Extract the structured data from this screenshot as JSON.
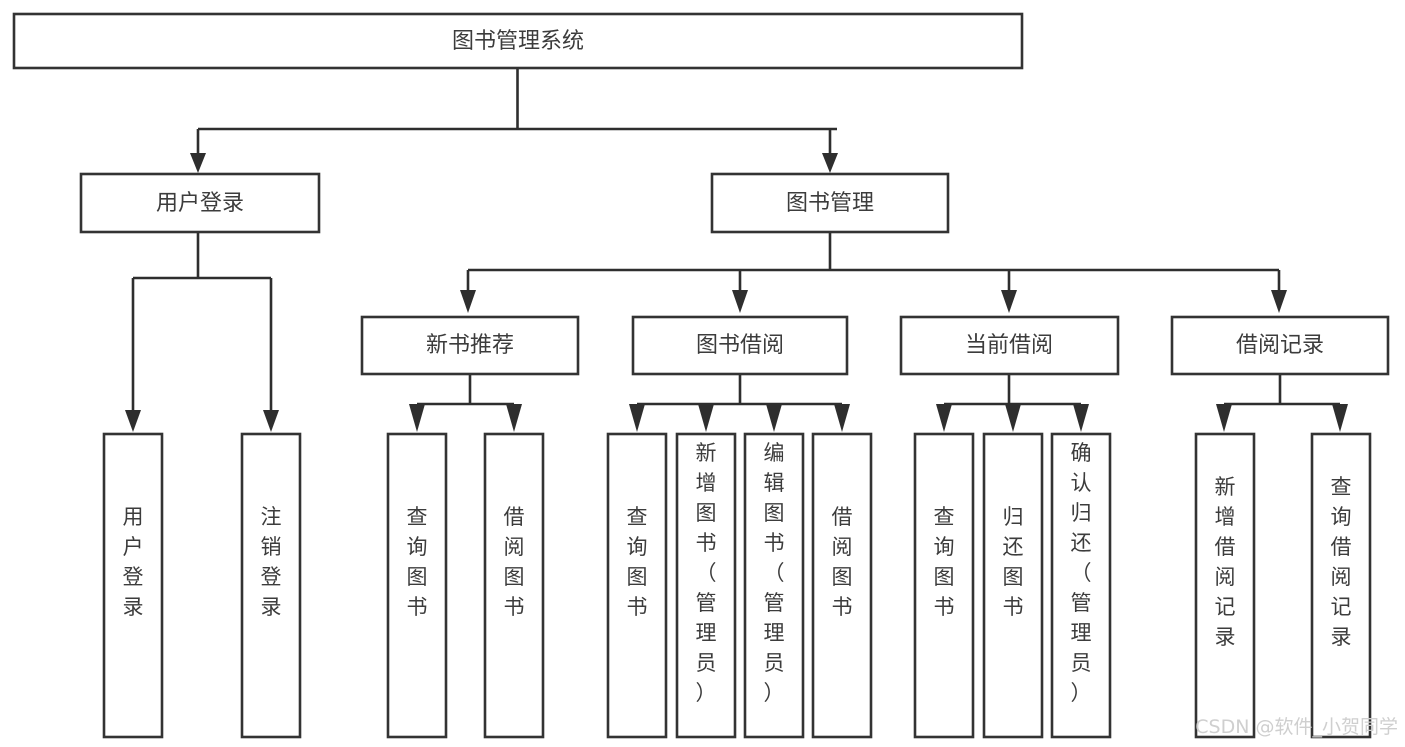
{
  "diagram": {
    "type": "tree-hierarchy",
    "title": "图书管理系统",
    "orientation": "top-down",
    "background_color": "#ffffff",
    "box_border_color": "#333333",
    "connector_color": "#2e2e2e",
    "text_color": "#3c3c3c",
    "root": {
      "id": "root",
      "label": "图书管理系统"
    },
    "level2": [
      {
        "id": "user-login",
        "label": "用户登录"
      },
      {
        "id": "book-management",
        "label": "图书管理"
      }
    ],
    "level3": [
      {
        "id": "new-book-recommend",
        "label": "新书推荐",
        "parent": "book-management"
      },
      {
        "id": "book-borrow",
        "label": "图书借阅",
        "parent": "book-management"
      },
      {
        "id": "current-borrow",
        "label": "当前借阅",
        "parent": "book-management"
      },
      {
        "id": "borrow-record",
        "label": "借阅记录",
        "parent": "book-management"
      }
    ],
    "leaves": {
      "user-login": [
        {
          "id": "leaf-user-login",
          "label": "用户登录"
        },
        {
          "id": "leaf-logout-login",
          "label": "注销登录"
        }
      ],
      "new-book-recommend": [
        {
          "id": "leaf-query-book-1",
          "label": "查询图书"
        },
        {
          "id": "leaf-borrow-book-1",
          "label": "借阅图书"
        }
      ],
      "book-borrow": [
        {
          "id": "leaf-query-book-2",
          "label": "查询图书"
        },
        {
          "id": "leaf-add-book",
          "label": "新增图书（管理员）"
        },
        {
          "id": "leaf-edit-book",
          "label": "编辑图书（管理员）"
        },
        {
          "id": "leaf-borrow-book-2",
          "label": "借阅图书"
        }
      ],
      "current-borrow": [
        {
          "id": "leaf-query-book-3",
          "label": "查询图书"
        },
        {
          "id": "leaf-return-book",
          "label": "归还图书"
        },
        {
          "id": "leaf-confirm-return",
          "label": "确认归还（管理员）"
        }
      ],
      "borrow-record": [
        {
          "id": "leaf-add-record",
          "label": "新增借阅记录"
        },
        {
          "id": "leaf-query-record",
          "label": "查询借阅记录"
        }
      ]
    }
  },
  "watermark": {
    "label": "CSDN @软件_小贺同学",
    "color": "#cfcfcf"
  }
}
